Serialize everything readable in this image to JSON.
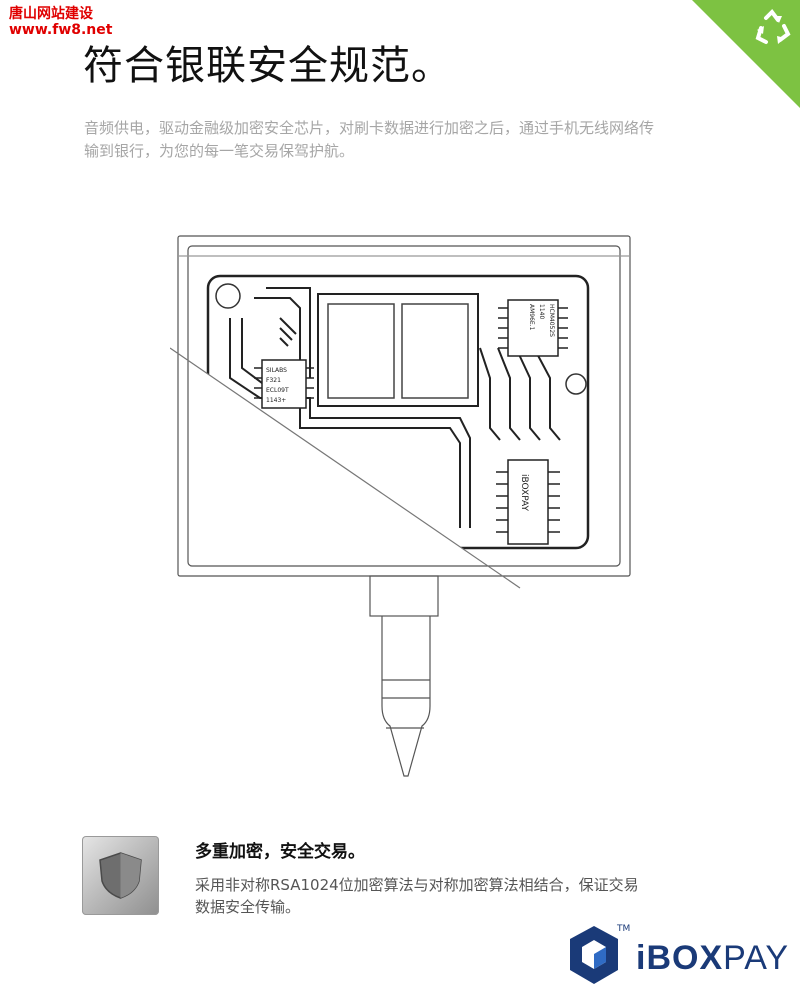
{
  "watermark": {
    "line1": "唐山网站建设",
    "line2": "www.fw8.net"
  },
  "corner_badge": {
    "icon": "recycle-icon",
    "color": "#7dc242"
  },
  "page": {
    "title": "符合银联安全规范。",
    "intro": "音频供电，驱动金融级加密安全芯片，对刷卡数据进行加密之后，通过手机无线网络传输到银行，为您的每一笔交易保驾护航。"
  },
  "device": {
    "chip1_lines": [
      "SILABS",
      "F321",
      "ECL09T",
      "1143+"
    ],
    "chip2_lines": [
      "HCM4052S",
      "1140",
      "AM96E.1"
    ],
    "chip3_label": "iBOXPAY"
  },
  "feature": {
    "icon": "shield-icon",
    "title": "多重加密，安全交易。",
    "description": "采用非对称RSA1024位加密算法与对称加密算法相结合，保证交易数据安全传输。"
  },
  "brand": {
    "tm": "TM",
    "name_part1": "iBOX",
    "name_part2": "PAY",
    "color": "#1a3a78"
  }
}
